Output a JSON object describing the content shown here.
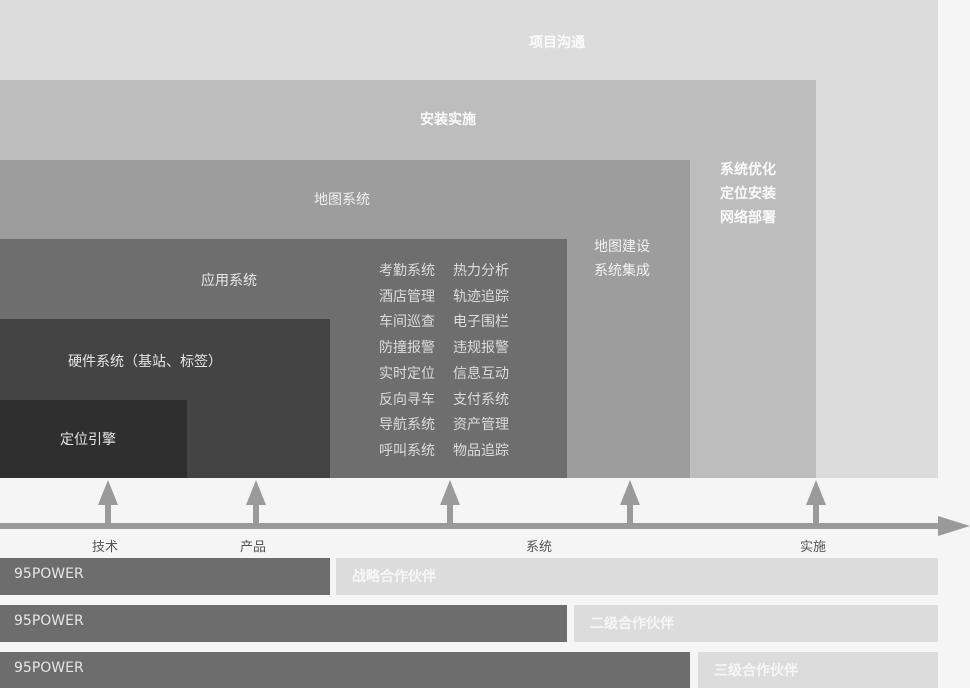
{
  "layers": {
    "l1": "项目沟通",
    "l2": "安装实施",
    "l3": "地图系统",
    "l4": "应用系统",
    "l5": "硬件系统（基站、标签）",
    "l6": "定位引擎"
  },
  "side_notes": {
    "implementation": [
      "系统优化",
      "定位安装",
      "网络部署"
    ],
    "map": [
      "地图建设",
      "系统集成"
    ]
  },
  "features": {
    "col1": [
      "考勤系统",
      "酒店管理",
      "车间巡查",
      "防撞报警",
      "实时定位",
      "反向寻车",
      "导航系统",
      "呼叫系统"
    ],
    "col2": [
      "热力分析",
      "轨迹追踪",
      "电子围栏",
      "违规报警",
      "信息互动",
      "支付系统",
      "资产管理",
      "物品追踪"
    ]
  },
  "axis": {
    "labels": [
      "技术",
      "产品",
      "系统",
      "实施"
    ]
  },
  "partners": [
    {
      "brand": "95POWER",
      "tier": "战略合作伙伴"
    },
    {
      "brand": "95POWER",
      "tier": "二级合作伙伴"
    },
    {
      "brand": "95POWER",
      "tier": "三级合作伙伴"
    }
  ],
  "colors": {
    "layer1": "#dcdcdc",
    "layer2": "#bdbdbd",
    "layer3": "#9d9d9d",
    "layer4": "#6e6e6e",
    "layer5": "#444444",
    "layer6": "#2f2f2f",
    "arrow": "#9a9a9a"
  }
}
